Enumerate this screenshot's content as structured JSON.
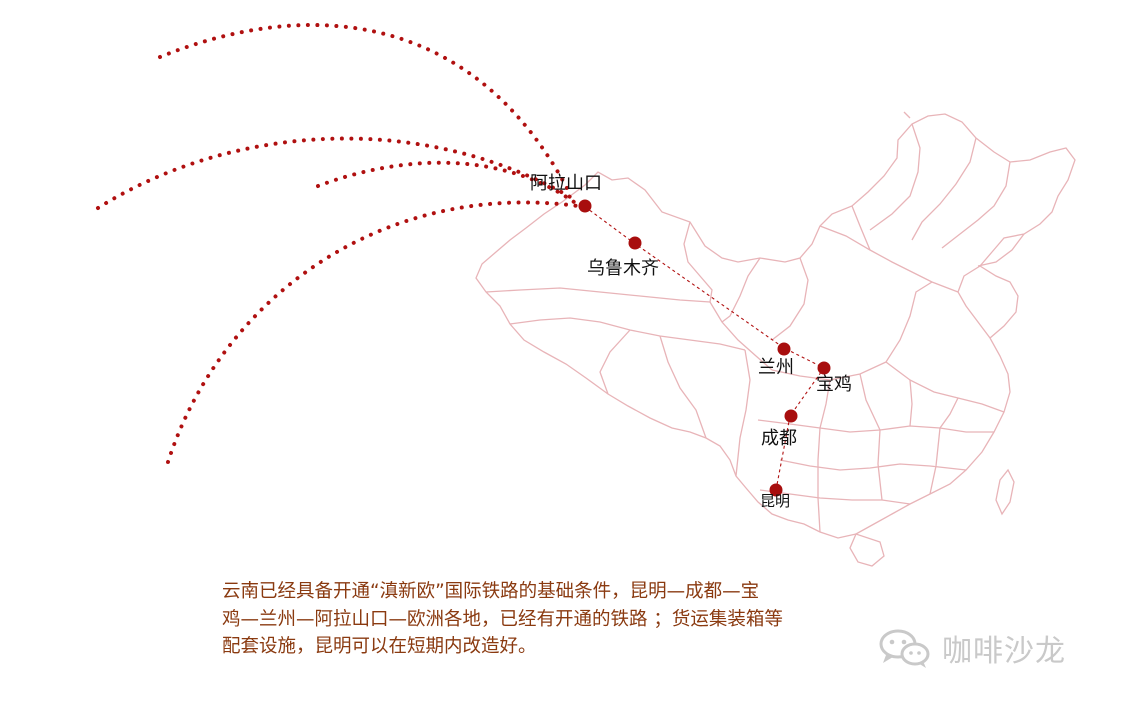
{
  "cities": [
    {
      "key": "alashankou",
      "name": "阿拉山口"
    },
    {
      "key": "urumqi",
      "name": "乌鲁木齐"
    },
    {
      "key": "lanzhou",
      "name": "兰州"
    },
    {
      "key": "baoji",
      "name": "宝鸡"
    },
    {
      "key": "chengdu",
      "name": "成都"
    },
    {
      "key": "kunming",
      "name": "昆明"
    }
  ],
  "route_order": [
    "kunming",
    "chengdu",
    "baoji",
    "lanzhou",
    "urumqi",
    "alashankou"
  ],
  "caption": {
    "line1": "云南已经具备开通“滇新欧”国际铁路的基础条件，昆明—成都—宝",
    "line2": "鸡—兰州—阿拉山口—欧洲各地，已经有开通的铁路 ；货运集装箱等",
    "line3": "配套设施，昆明可以在短期内改造好。"
  },
  "watermark": {
    "text": "咖啡沙龙",
    "icon": "wechat-icon"
  },
  "colors": {
    "route": "#b01010",
    "city_dot": "#a80e0e",
    "map_outline": "#e8b4b8",
    "caption": "#8a3a10",
    "watermark": "#c9c9c9"
  }
}
